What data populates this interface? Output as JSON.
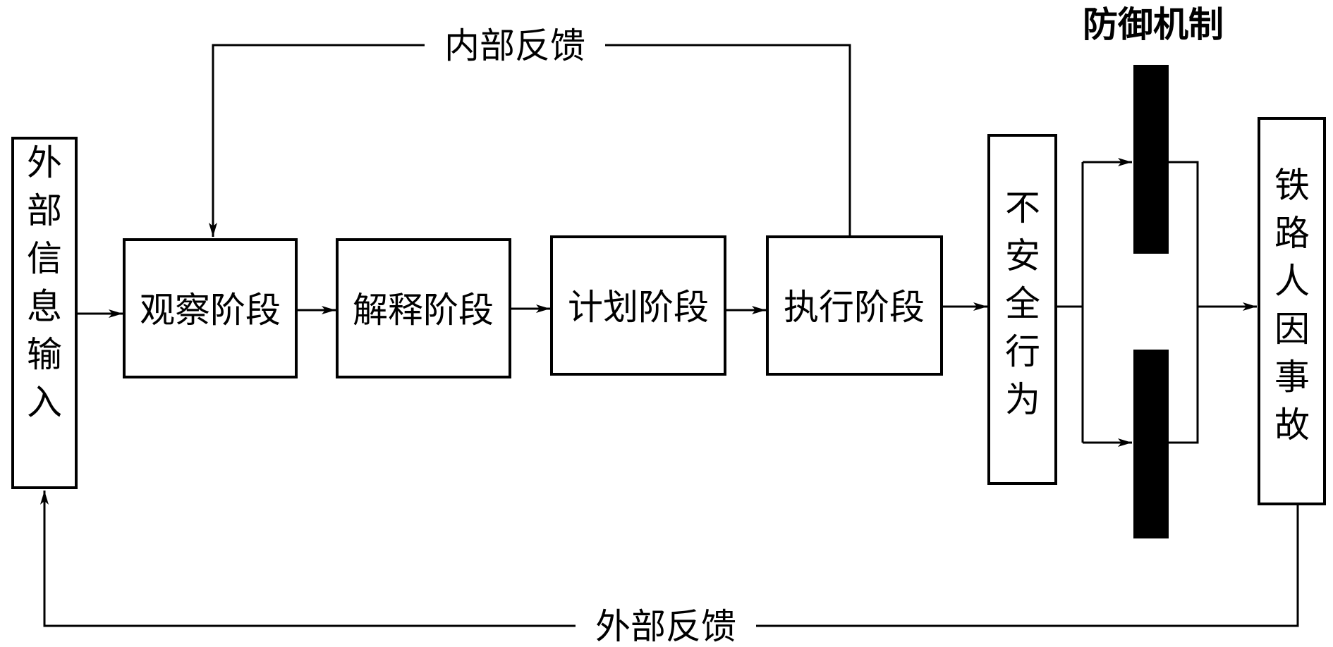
{
  "nodes": {
    "external_input": "外部信息输入",
    "observe": "观察阶段",
    "interpret": "解释阶段",
    "plan": "计划阶段",
    "execute": "执行阶段",
    "unsafe_act": "不安全行为",
    "accident": "铁路人因事故"
  },
  "labels": {
    "internal_feedback": "内部反馈",
    "external_feedback": "外部反馈",
    "defense": "防御机制"
  }
}
